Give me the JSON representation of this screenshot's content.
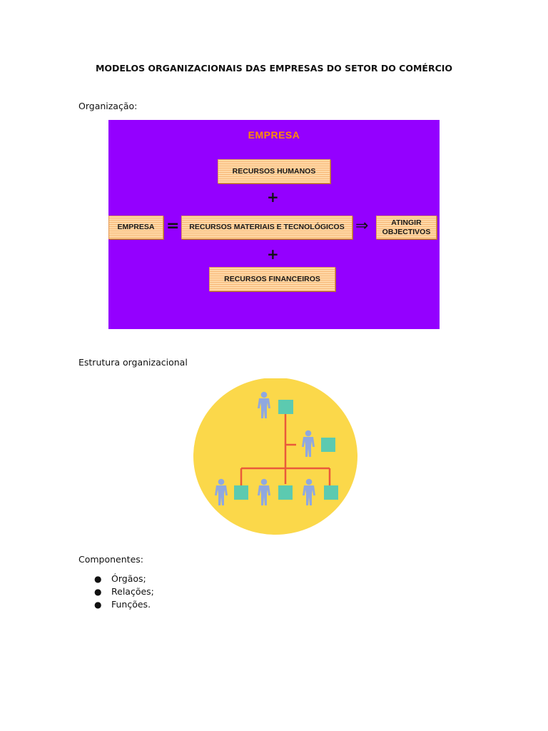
{
  "document": {
    "title": "MODELOS ORGANIZACIONAIS DAS EMPRESAS DO SETOR DO COMÉRCIO",
    "section_organizacao": "Organização:",
    "section_estrutura": "Estrutura organizacional",
    "section_componentes": "Componentes:",
    "componentes": [
      "Órgãos;",
      "Relações;",
      "Funções."
    ]
  },
  "organizacao_diagram": {
    "title": "EMPRESA",
    "left_box": "EMPRESA",
    "equals": "=",
    "top_box": "RECURSOS HUMANOS",
    "plus_top": "+",
    "middle_box": "RECURSOS MATERIAIS E TECNOLÓGICOS",
    "arrow": "⇒",
    "right_box_line1": "ATINGIR",
    "right_box_line2": "OBJECTIVOS",
    "plus_bottom": "+",
    "bottom_box": "RECURSOS FINANCEIROS",
    "colors": {
      "background": "#9400ff",
      "title": "#ff8c00",
      "box_fill": "#ffd9a8",
      "box_stripe": "#f7b877"
    }
  },
  "estrutura_diagram": {
    "colors": {
      "circle": "#fbd84a",
      "person": "#8fa8e0",
      "square": "#5ccab0",
      "line": "#ea5a3a"
    }
  }
}
